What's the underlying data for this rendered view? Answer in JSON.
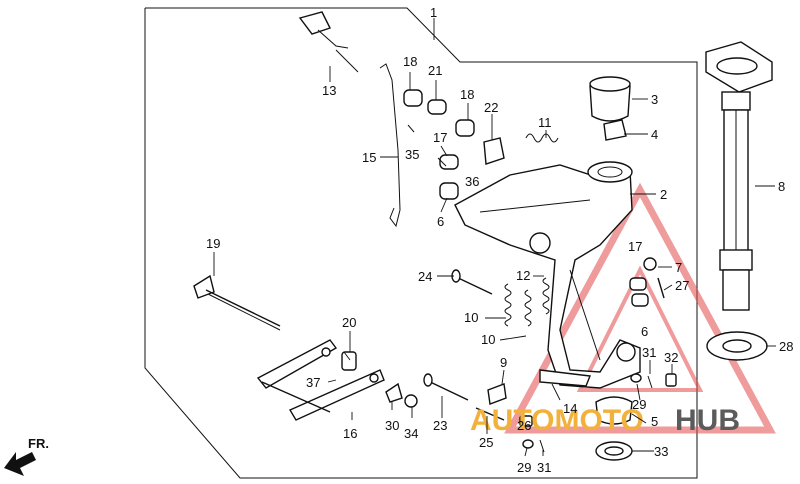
{
  "callouts": [
    "1",
    "2",
    "3",
    "4",
    "5",
    "6",
    "6",
    "7",
    "8",
    "9",
    "10",
    "10",
    "11",
    "12",
    "13",
    "14",
    "15",
    "16",
    "17",
    "17",
    "18",
    "18",
    "19",
    "20",
    "21",
    "22",
    "23",
    "24",
    "25",
    "26",
    "27",
    "28",
    "29",
    "29",
    "30",
    "31",
    "31",
    "32",
    "33",
    "34",
    "35",
    "36",
    "37"
  ],
  "direction_label": "FR.",
  "watermark": {
    "part1": "AUTOMOTO",
    "part2": "HUB",
    "color1": "#f2b13a",
    "color2": "#5b5b5b",
    "triangle_color": "#e24a4a"
  }
}
